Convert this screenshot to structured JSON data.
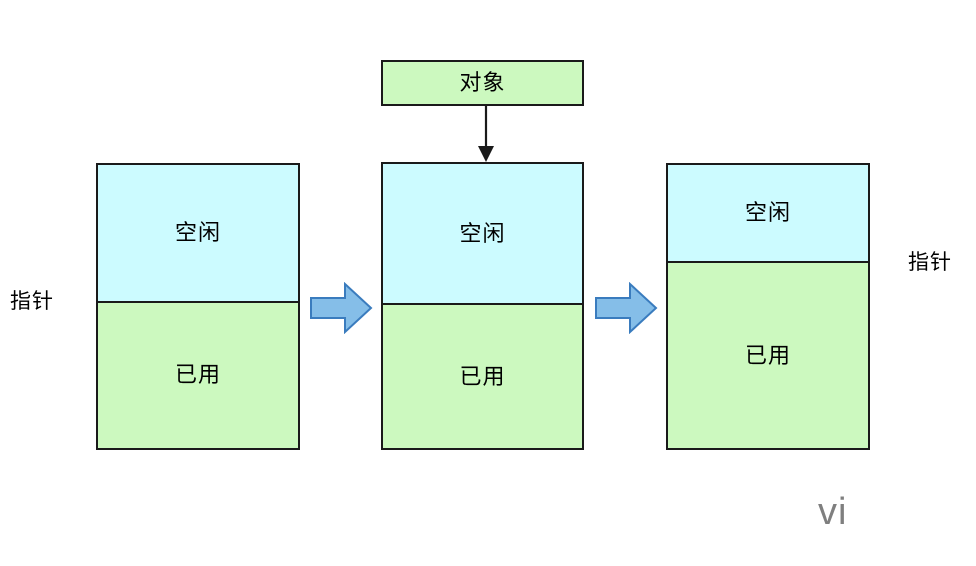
{
  "diagram": {
    "title_box": {
      "label": "对象",
      "fill": "#ccf9bf",
      "stroke": "#1a1a1a"
    },
    "colors": {
      "free_fill": "#ccfbff",
      "used_fill": "#ccf9bf",
      "block_stroke": "#1a1a1a",
      "arrow_fill": "#85bee8",
      "arrow_stroke": "#3a7cbe",
      "connector_stroke": "#1a1a1a",
      "watermark_color": "#7f7f7f"
    },
    "blocks": [
      {
        "name": "block-left",
        "free_label": "空闲",
        "used_label": "已用",
        "free_ratio_percent": 48,
        "used_ratio_percent": 52
      },
      {
        "name": "block-middle",
        "free_label": "空闲",
        "used_label": "已用",
        "free_ratio_percent": 49,
        "used_ratio_percent": 51
      },
      {
        "name": "block-right",
        "free_label": "空闲",
        "used_label": "已用",
        "free_ratio_percent": 34,
        "used_ratio_percent": 66
      }
    ],
    "pointer_left_label": "指针",
    "pointer_right_label": "指针",
    "arrows": [
      {
        "name": "arrow-step-1"
      },
      {
        "name": "arrow-step-2"
      }
    ],
    "watermark": "vi"
  }
}
